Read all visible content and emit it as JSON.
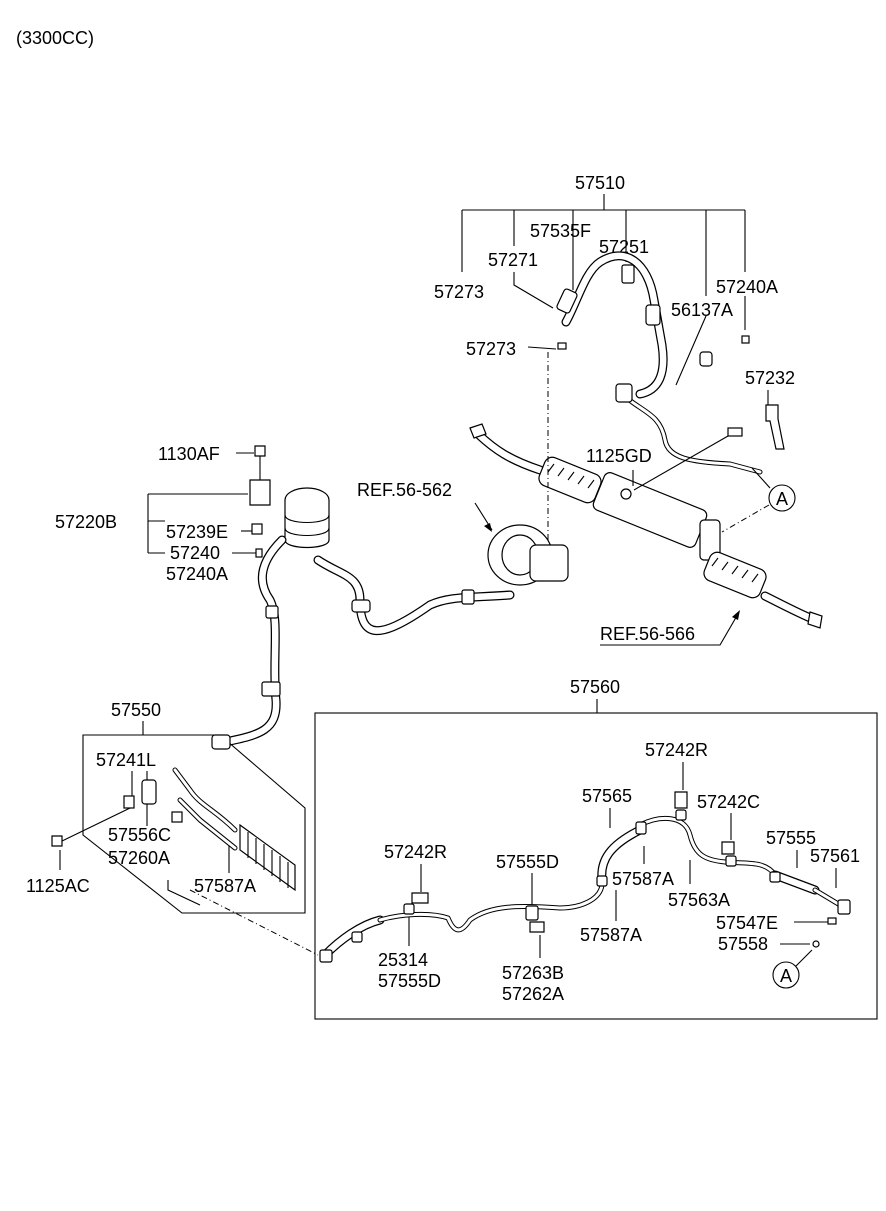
{
  "header": {
    "engine": "(3300CC)"
  },
  "labels": {
    "p57510": "57510",
    "p57535F": "57535F",
    "p57251": "57251",
    "p57271": "57271",
    "p57273_top": "57273",
    "p57240A_top": "57240A",
    "p56137A": "56137A",
    "p57273_mid": "57273",
    "p57232": "57232",
    "p1125GD": "1125GD",
    "ref56562": "REF.56-562",
    "ref56566": "REF.56-566",
    "p1130AF": "1130AF",
    "p57220B": "57220B",
    "p57239E": "57239E",
    "p57240": "57240",
    "p57240A_left": "57240A",
    "p57550": "57550",
    "p57241L": "57241L",
    "p57556C": "57556C",
    "p57260A": "57260A",
    "p57587A_left": "57587A",
    "p1125AC": "1125AC",
    "p57560": "57560",
    "p57242R_top": "57242R",
    "p57565": "57565",
    "p57242C": "57242C",
    "p57555": "57555",
    "p57561": "57561",
    "p57242R_left": "57242R",
    "p57555D_top": "57555D",
    "p57587A_mid": "57587A",
    "p57563A": "57563A",
    "p57547E": "57547E",
    "p57558": "57558",
    "p57587A_low": "57587A",
    "p25314": "25314",
    "p57555D_low": "57555D",
    "p57263B": "57263B",
    "p57262A": "57262A"
  },
  "callouts": {
    "circle_a_upper": "A",
    "circle_a_lower": "A"
  }
}
